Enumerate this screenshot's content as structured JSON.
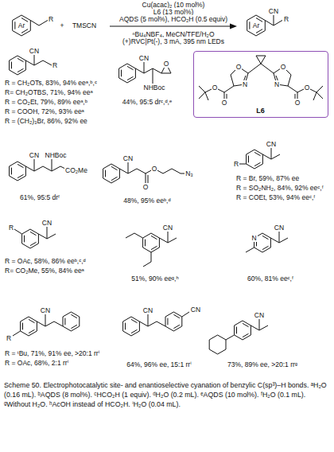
{
  "diagram": {
    "caption": "Scheme 50. Electrophotocatalytic site- and enantioselective cyanation of benzylic C(sp³)–H bonds. ᵃH₂O (0.16 mL). ᵇAQDS (8 mol%). ᶜHCO₂H (1 equiv). ᵈH₂O (0.2 mL). ᵉAQDS (10 mol%). ᶠH₂O (0.1 mL). ᵍWithout H₂O. ʰAcOH instead of HCO₂H. ⁱH₂O (0.04 mL).",
    "nodes": [
      {
        "text": [
          "L6"
        ]
      }
    ],
    "labels": [
      "Ar",
      "R",
      "+",
      "TMSCN",
      "Cu(acac)₂ (10 mol%)",
      "L6 (13 mol%)",
      "AQDS (5 mol%), HCO₂H (0.5 equiv)",
      "ⁿBu₄NBF₄, MeCN/TFE/H₂O",
      "(+)RVC|Pt(-), 3 mA, 395 nm LEDs",
      "Ar",
      "CN",
      "R",
      "CN",
      "R",
      "R = CH₂OTs, 83%, 94% eeᵃ,ᵇ,ᶜ",
      "R= CH₂OTBS, 71%, 94% eeᵃ",
      "R = CO₂Et, 79%, 89% eeᵃ,ᵇ",
      "R = COOH, 72%, 93% eeᵃ",
      "R = (CH₂)₃Br, 86%, 92% ee",
      "CN",
      "O",
      "NHBoc",
      "44%, 95:5 drᶜ,ᵈ,ᵉ",
      "O",
      "N",
      "N",
      "O",
      "O",
      "O",
      "O",
      "O",
      "CN",
      "NHBoc",
      "CO₂Me",
      "61%, 95:5 drᶠ",
      "CN",
      "O",
      "O",
      "N₃",
      "48%, 95% eeᵇ,ᵈ",
      "R",
      "CN",
      "R = Br, 59%, 87% ee",
      "R = SO₂NH₂, 84%, 92% eeᶜ,ᶠ",
      "R = COEt, 53%, 94% eeᶜ,ᶠ",
      "R",
      "CN",
      "R = OAc, 58%, 86% eeᵇ,ᶜ,ᵈ",
      "R= CO₂Me, 55%, 84% eeᵃ",
      "CN",
      "51%, 90% eeᵍ,ʰ",
      "N",
      "CN",
      "60%, 81% eeᶜ,ᶠ",
      "R",
      "CN",
      "R = ᵗBu, 71%, 91% ee, >20:1 rrⁱ",
      "R = OAc, 68%, 2:1 rrⁱ",
      "CN",
      "CN",
      "64%, 96% ee, 15:1 rrⁱ",
      "CN",
      "73%, 89% ee, >20:1 rrᵍ"
    ]
  }
}
